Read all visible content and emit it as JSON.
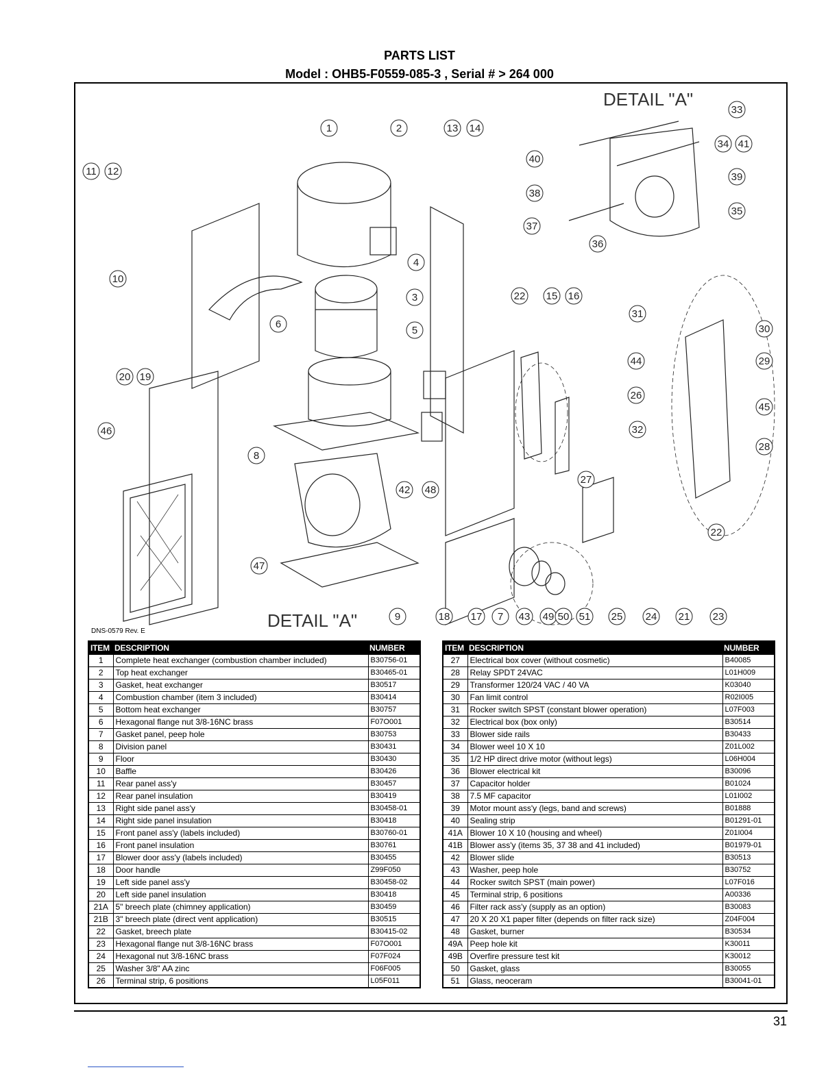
{
  "header": {
    "title": "PARTS LIST",
    "subtitle": "Model : OHB5-F0559-085-3 , Serial # > 264 000"
  },
  "diagram": {
    "detail_label_top": "DETAIL \"A\"",
    "detail_label_bottom": "DETAIL \"A\"",
    "drawing_number": "DNS-0579 Rev. E",
    "callouts": [
      "1",
      "2",
      "13",
      "14",
      "11",
      "12",
      "4",
      "3",
      "5",
      "6",
      "10",
      "22",
      "15",
      "16",
      "20",
      "19",
      "46",
      "8",
      "42",
      "48",
      "27",
      "47",
      "9",
      "18",
      "17",
      "7",
      "43",
      "49",
      "50",
      "51",
      "25",
      "24",
      "21",
      "23",
      "33",
      "34",
      "41",
      "40",
      "39",
      "38",
      "35",
      "37",
      "36",
      "31",
      "30",
      "44",
      "29",
      "26",
      "45",
      "32",
      "28",
      "22"
    ]
  },
  "table": {
    "headers": {
      "item": "ITEM",
      "description": "DESCRIPTION",
      "number": "NUMBER"
    },
    "left_rows": [
      {
        "item": "1",
        "desc": "Complete heat exchanger (combustion chamber included)",
        "num": "B30756-01"
      },
      {
        "item": "2",
        "desc": "Top heat exchanger",
        "num": "B30465-01"
      },
      {
        "item": "3",
        "desc": "Gasket, heat exchanger",
        "num": "B30517"
      },
      {
        "item": "4",
        "desc": "Combustion chamber (item 3 included)",
        "num": "B30414"
      },
      {
        "item": "5",
        "desc": "Bottom heat exchanger",
        "num": "B30757"
      },
      {
        "item": "6",
        "desc": "Hexagonal flange nut 3/8-16NC brass",
        "num": "F07O001"
      },
      {
        "item": "7",
        "desc": "Gasket panel, peep hole",
        "num": "B30753"
      },
      {
        "item": "8",
        "desc": "Division panel",
        "num": "B30431"
      },
      {
        "item": "9",
        "desc": "Floor",
        "num": "B30430"
      },
      {
        "item": "10",
        "desc": "Baffle",
        "num": "B30426"
      },
      {
        "item": "11",
        "desc": "Rear panel ass'y",
        "num": "B30457"
      },
      {
        "item": "12",
        "desc": "Rear panel insulation",
        "num": "B30419"
      },
      {
        "item": "13",
        "desc": "Right side panel ass'y",
        "num": "B30458-01"
      },
      {
        "item": "14",
        "desc": "Right side panel insulation",
        "num": "B30418"
      },
      {
        "item": "15",
        "desc": "Front panel ass'y (labels included)",
        "num": "B30760-01"
      },
      {
        "item": "16",
        "desc": "Front panel insulation",
        "num": "B30761"
      },
      {
        "item": "17",
        "desc": "Blower door ass'y (labels included)",
        "num": "B30455"
      },
      {
        "item": "18",
        "desc": "Door handle",
        "num": "Z99F050"
      },
      {
        "item": "19",
        "desc": "Left side panel ass'y",
        "num": "B30458-02"
      },
      {
        "item": "20",
        "desc": "Left side panel insulation",
        "num": "B30418"
      },
      {
        "item": "21A",
        "desc": "5\" breech plate (chimney application)",
        "num": "B30459"
      },
      {
        "item": "21B",
        "desc": "3\" breech plate (direct vent application)",
        "num": "B30515"
      },
      {
        "item": "22",
        "desc": "Gasket, breech plate",
        "num": "B30415-02"
      },
      {
        "item": "23",
        "desc": "Hexagonal flange nut 3/8-16NC brass",
        "num": "F07O001"
      },
      {
        "item": "24",
        "desc": "Hexagonal nut 3/8-16NC brass",
        "num": "F07F024"
      },
      {
        "item": "25",
        "desc": "Washer 3/8\" AA zinc",
        "num": "F06F005"
      },
      {
        "item": "26",
        "desc": "Terminal strip, 6 positions",
        "num": "L05F011"
      }
    ],
    "right_rows": [
      {
        "item": "27",
        "desc": "Electrical box cover  (without cosmetic)",
        "num": "B40085"
      },
      {
        "item": "28",
        "desc": "Relay SPDT 24VAC",
        "num": "L01H009"
      },
      {
        "item": "29",
        "desc": "Transformer 120/24 VAC / 40 VA",
        "num": "K03040"
      },
      {
        "item": "30",
        "desc": "Fan limit control",
        "num": "R02I005"
      },
      {
        "item": "31",
        "desc": "Rocker switch SPST (constant blower operation)",
        "num": "L07F003"
      },
      {
        "item": "32",
        "desc": "Electrical box (box only)",
        "num": "B30514"
      },
      {
        "item": "33",
        "desc": "Blower side rails",
        "num": "B30433"
      },
      {
        "item": "34",
        "desc": "Blower weel 10 X 10",
        "num": "Z01L002"
      },
      {
        "item": "35",
        "desc": "1/2 HP direct drive motor (without legs)",
        "num": "L06H004"
      },
      {
        "item": "36",
        "desc": "Blower electrical kit",
        "num": "B30096"
      },
      {
        "item": "37",
        "desc": "Capacitor holder",
        "num": "B01024"
      },
      {
        "item": "38",
        "desc": "7.5 MF capacitor",
        "num": "L01I002"
      },
      {
        "item": "39",
        "desc": "Motor mount ass'y (legs, band and screws)",
        "num": "B01888"
      },
      {
        "item": "40",
        "desc": "Sealing strip",
        "num": "B01291-01"
      },
      {
        "item": "41A",
        "desc": "Blower 10 X 10  (housing and wheel)",
        "num": "Z01I004"
      },
      {
        "item": "41B",
        "desc": "Blower ass'y (items 35, 37 38 and 41 included)",
        "num": "B01979-01"
      },
      {
        "item": "42",
        "desc": "Blower slide",
        "num": "B30513"
      },
      {
        "item": "43",
        "desc": "Washer, peep hole",
        "num": "B30752"
      },
      {
        "item": "44",
        "desc": "Rocker switch SPST (main power)",
        "num": "L07F016"
      },
      {
        "item": "45",
        "desc": "Terminal strip, 6 positions",
        "num": "A00336"
      },
      {
        "item": "46",
        "desc": "Filter rack ass'y (supply as an option)",
        "num": "B30083"
      },
      {
        "item": "47",
        "desc": "20 X 20 X1 paper filter (depends on filter rack size)",
        "num": "Z04F004"
      },
      {
        "item": "48",
        "desc": "Gasket, burner",
        "num": "B30534"
      },
      {
        "item": "49A",
        "desc": "Peep hole kit",
        "num": "K30011"
      },
      {
        "item": "49B",
        "desc": "Overfire pressure test kit",
        "num": "K30012"
      },
      {
        "item": "50",
        "desc": "Gasket, glass",
        "num": "B30055"
      },
      {
        "item": "51",
        "desc": "Glass, neoceram",
        "num": "B30041-01"
      }
    ]
  },
  "footer": {
    "page_number": "31"
  }
}
